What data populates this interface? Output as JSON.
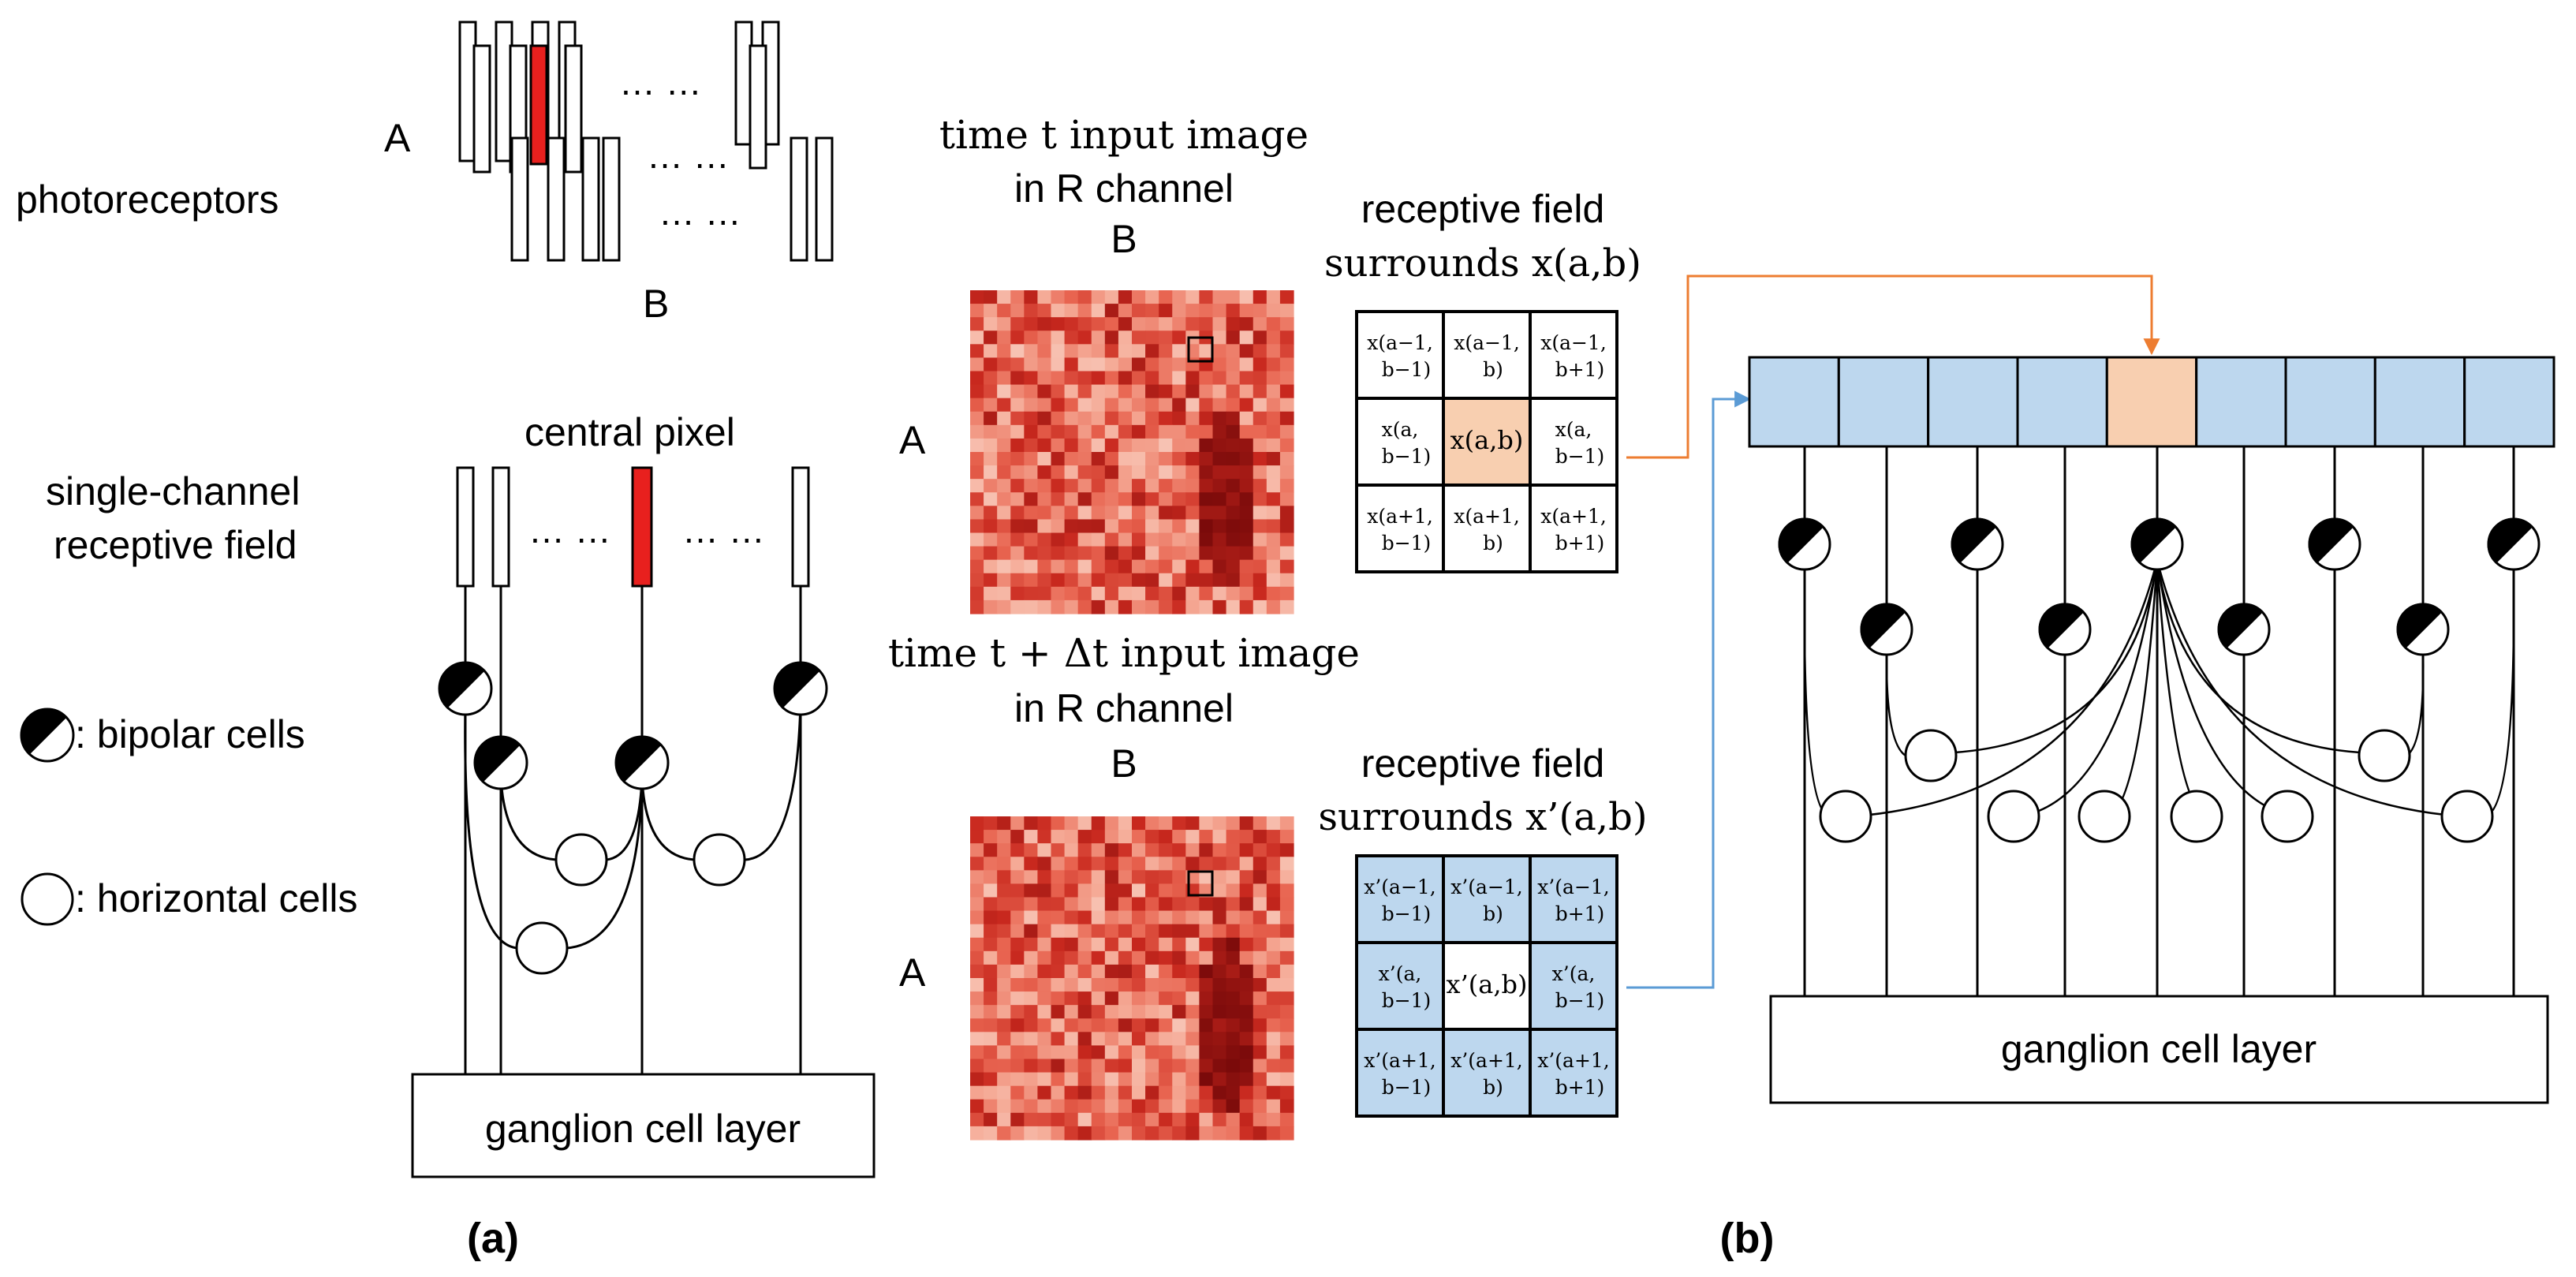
{
  "panel_a": {
    "photoreceptors_label": "photoreceptors",
    "axis_a": "A",
    "axis_b": "B",
    "dots": "… …",
    "central_pixel_label": "central pixel",
    "rf_label_line1": "single-channel",
    "rf_label_line2": "receptive field",
    "bipolar_legend": ": bipolar cells",
    "horizontal_legend": ": horizontal cells",
    "ganglion_label": "ganglion cell layer",
    "caption": "(a)"
  },
  "panel_b": {
    "image_t_line1": "time t input image",
    "image_t_line2": "in R channel",
    "image_dt_line1": "time t + Δt input image",
    "image_dt_line2": "in R channel",
    "axis_a": "A",
    "axis_b": "B",
    "rf_t_line1": "receptive field",
    "rf_t_line2": "surrounds x(a,b)",
    "rf_dt_line1": "receptive field",
    "rf_dt_line2": "surrounds x’(a,b)",
    "grid_t": [
      [
        "x(a−1, b−1)",
        "x(a−1, b)",
        "x(a−1, b+1)"
      ],
      [
        "x(a, b−1)",
        "x(a,b)",
        "x(a, b−1)"
      ],
      [
        "x(a+1, b−1)",
        "x(a+1, b)",
        "x(a+1, b+1)"
      ]
    ],
    "grid_dt": [
      [
        "x’(a−1, b−1)",
        "x’(a−1, b)",
        "x’(a−1, b+1)"
      ],
      [
        "x’(a, b−1)",
        "x’(a,b)",
        "x’(a, b−1)"
      ],
      [
        "x’(a+1, b−1)",
        "x’(a+1, b)",
        "x’(a+1, b+1)"
      ]
    ],
    "ganglion_label": "ganglion cell layer",
    "caption": "(b)"
  },
  "colors": {
    "central_red": "#e8201e",
    "orange_cell": "#f8cfb0",
    "blue_cell": "#bdd7ee",
    "orange_arrow": "#ed7d31",
    "blue_arrow": "#5b9bd5",
    "heatmap_light": "#fbe7df",
    "heatmap_dark": "#7a0a0a"
  }
}
